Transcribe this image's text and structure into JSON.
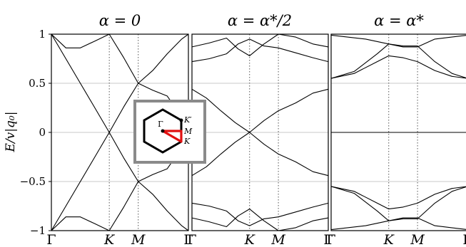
{
  "chart_data": {
    "type": "line",
    "ylabel": "E/v|q₀|",
    "ylim": [
      -1,
      1
    ],
    "yticks": [
      1,
      0.5,
      0,
      -0.5,
      -1
    ],
    "ytick_labels": [
      "1",
      "0.5",
      "0",
      "−0.5",
      "−1"
    ],
    "x_path_labels": [
      "Γ",
      "K",
      "M",
      "Γ"
    ],
    "x_path_positions": [
      0,
      1,
      1.5,
      2.366
    ],
    "grid": true,
    "panels": [
      {
        "title": "α = 0",
        "bands": [
          {
            "x": [
              0,
              0.25,
              0.5,
              0.75,
              1,
              1.25,
              1.5,
              1.75,
              2,
              2.25,
              2.366
            ],
            "y": [
              1,
              0.86,
              0.86,
              0.93,
              1,
              0.76,
              0.5,
              0.63,
              0.8,
              0.95,
              1
            ]
          },
          {
            "x": [
              0,
              0.25,
              0.5,
              0.75,
              1,
              1.25,
              1.5,
              1.75,
              2,
              2.25,
              2.366
            ],
            "y": [
              1,
              0.75,
              0.5,
              0.25,
              0,
              0.26,
              0.5,
              0.43,
              0.37,
              0.16,
              0
            ]
          },
          {
            "x": [
              0,
              0.25,
              0.5,
              0.75,
              1,
              1.25,
              1.5,
              1.75,
              2,
              2.25,
              2.366
            ],
            "y": [
              -1,
              -0.75,
              -0.5,
              -0.25,
              0,
              -0.26,
              -0.5,
              -0.43,
              -0.37,
              -0.16,
              0
            ]
          },
          {
            "x": [
              0,
              0.25,
              0.5,
              0.75,
              1,
              1.25,
              1.5,
              1.75,
              2,
              2.25,
              2.366
            ],
            "y": [
              -1,
              -0.86,
              -0.86,
              -0.93,
              -1,
              -0.76,
              -0.5,
              -0.63,
              -0.8,
              -0.95,
              -1
            ]
          }
        ],
        "inset": {
          "labels": [
            "Γ",
            "K′",
            "M",
            "K"
          ]
        }
      },
      {
        "title": "α = α*/2",
        "bands": [
          {
            "x": [
              0,
              0.3,
              0.6,
              0.8,
              1,
              1.25,
              1.5,
              1.8,
              2.1,
              2.366
            ],
            "y": [
              0.87,
              0.91,
              0.96,
              0.85,
              0.78,
              0.9,
              1,
              0.97,
              0.9,
              0.87
            ]
          },
          {
            "x": [
              0,
              0.3,
              0.6,
              0.8,
              1,
              1.25,
              1.5,
              1.8,
              2.1,
              2.366
            ],
            "y": [
              0.72,
              0.75,
              0.8,
              0.9,
              0.95,
              0.88,
              0.86,
              0.81,
              0.76,
              0.72
            ]
          },
          {
            "x": [
              0,
              0.25,
              0.5,
              0.75,
              1,
              1.25,
              1.5,
              1.8,
              2.1,
              2.366
            ],
            "y": [
              0.44,
              0.35,
              0.22,
              0.1,
              0,
              0.12,
              0.22,
              0.3,
              0.4,
              0.44
            ]
          },
          {
            "x": [
              0,
              0.25,
              0.5,
              0.75,
              1,
              1.25,
              1.5,
              1.8,
              2.1,
              2.366
            ],
            "y": [
              -0.44,
              -0.35,
              -0.22,
              -0.1,
              0,
              -0.12,
              -0.22,
              -0.3,
              -0.4,
              -0.44
            ]
          },
          {
            "x": [
              0,
              0.3,
              0.6,
              0.8,
              1,
              1.25,
              1.5,
              1.8,
              2.1,
              2.366
            ],
            "y": [
              -0.72,
              -0.75,
              -0.8,
              -0.9,
              -0.95,
              -0.88,
              -0.86,
              -0.81,
              -0.76,
              -0.72
            ]
          },
          {
            "x": [
              0,
              0.3,
              0.6,
              0.8,
              1,
              1.25,
              1.5,
              1.8,
              2.1,
              2.366
            ],
            "y": [
              -0.87,
              -0.91,
              -0.96,
              -0.85,
              -0.78,
              -0.9,
              -1,
              -0.97,
              -0.9,
              -0.87
            ]
          }
        ]
      },
      {
        "title": "α = α*",
        "bands": [
          {
            "x": [
              0,
              0.4,
              0.8,
              1,
              1.25,
              1.5,
              1.8,
              2.1,
              2.366
            ],
            "y": [
              0.55,
              0.62,
              0.8,
              0.9,
              0.88,
              0.88,
              0.72,
              0.6,
              0.55
            ]
          },
          {
            "x": [
              0,
              0.4,
              0.8,
              1,
              1.25,
              1.5,
              1.8,
              2.1,
              2.366
            ],
            "y": [
              0.55,
              0.6,
              0.72,
              0.78,
              0.76,
              0.72,
              0.63,
              0.57,
              0.55
            ]
          },
          {
            "x": [
              0,
              0.6,
              1,
              1.25,
              1.5,
              1.8,
              2.366
            ],
            "y": [
              0.99,
              0.95,
              0.9,
              0.87,
              0.87,
              0.95,
              0.99
            ]
          },
          {
            "x": [
              0,
              2.366
            ],
            "y": [
              0,
              0
            ]
          },
          {
            "x": [
              0,
              0.6,
              1,
              1.25,
              1.5,
              1.8,
              2.366
            ],
            "y": [
              -0.99,
              -0.95,
              -0.9,
              -0.87,
              -0.87,
              -0.95,
              -0.99
            ]
          },
          {
            "x": [
              0,
              0.4,
              0.8,
              1,
              1.25,
              1.5,
              1.8,
              2.1,
              2.366
            ],
            "y": [
              -0.55,
              -0.6,
              -0.72,
              -0.78,
              -0.76,
              -0.72,
              -0.63,
              -0.57,
              -0.55
            ]
          },
          {
            "x": [
              0,
              0.4,
              0.8,
              1,
              1.25,
              1.5,
              1.8,
              2.1,
              2.366
            ],
            "y": [
              -0.55,
              -0.62,
              -0.8,
              -0.9,
              -0.88,
              -0.88,
              -0.72,
              -0.6,
              -0.55
            ]
          }
        ]
      }
    ]
  }
}
